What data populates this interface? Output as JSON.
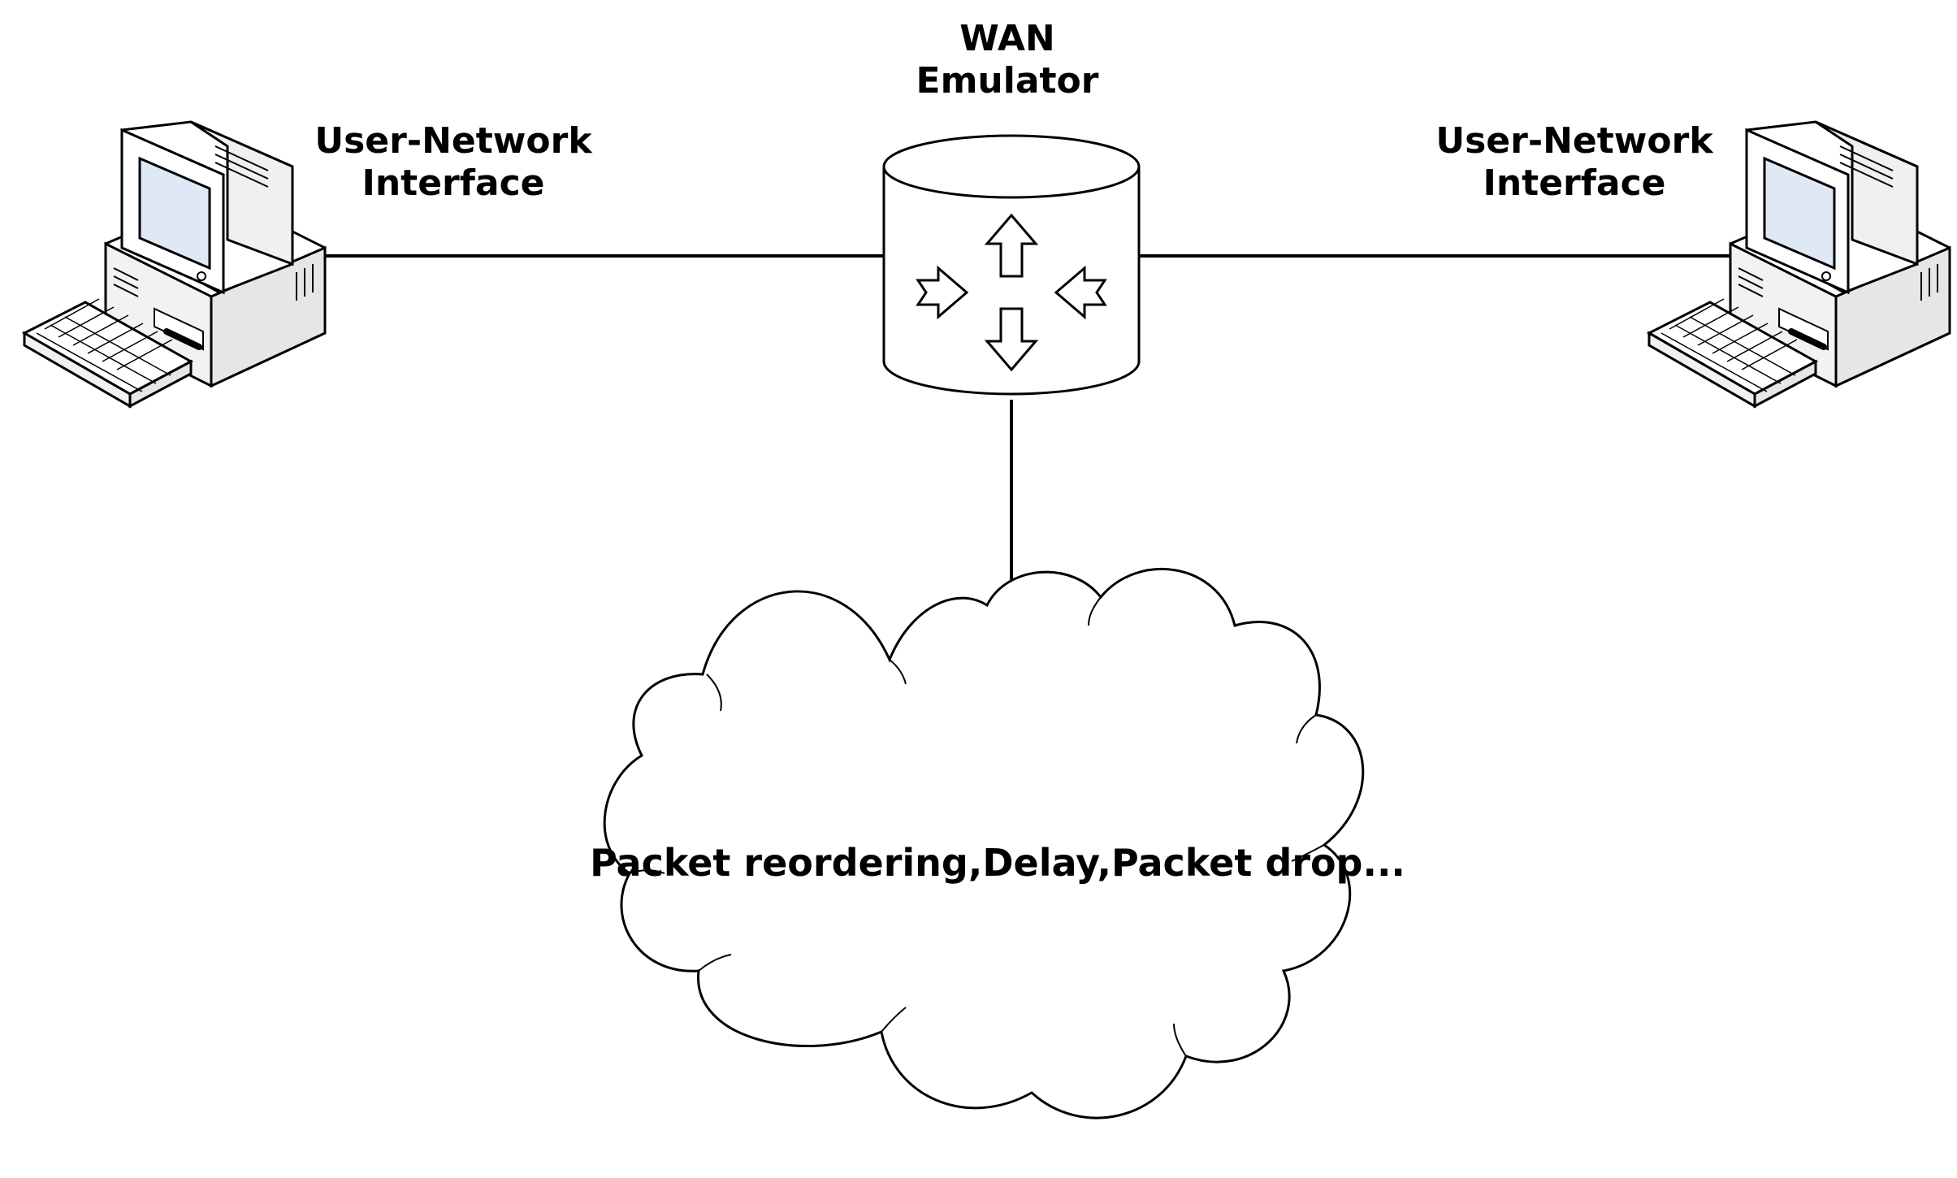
{
  "diagram": {
    "emulator": {
      "title_line1": "WAN",
      "title_line2": "Emulator"
    },
    "left_host": {
      "label_line1": "User-Network",
      "label_line2": "Interface"
    },
    "right_host": {
      "label_line1": "User-Network",
      "label_line2": "Interface"
    },
    "cloud": {
      "text": "Packet reordering,Delay,Packet drop..."
    },
    "icons": {
      "host": "desktop-computer-icon",
      "emulator": "router-cylinder-icon",
      "network": "cloud-icon"
    },
    "colors": {
      "line": "#000000",
      "screen": "#dfe9f5",
      "body": "#ffffff"
    }
  }
}
